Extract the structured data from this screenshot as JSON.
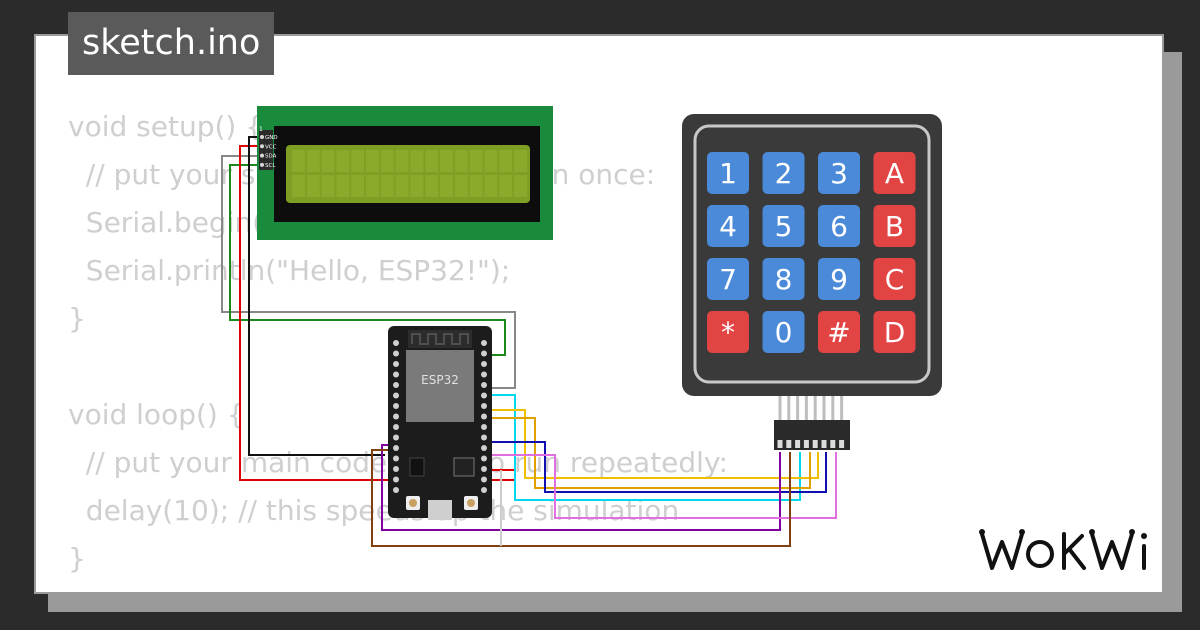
{
  "file_tab": {
    "title": "sketch.ino"
  },
  "code": {
    "lines": [
      "void setup() {",
      "  // put your setup code here, to run once:",
      "  Serial.begin(115200);",
      "  Serial.println(\"Hello, ESP32!\");",
      "}",
      "",
      "void loop() {",
      "  // put your main code here, to run repeatedly:",
      "  delay(10); // this speeds up the simulation",
      "}"
    ]
  },
  "lcd": {
    "pins": [
      "GND",
      "VCC",
      "SDA",
      "SCL"
    ],
    "pin_number": "1",
    "colors": {
      "board": "#1a8a3c",
      "bezel": "#0d0d0d",
      "screen": "#7f9e24"
    }
  },
  "esp32": {
    "label": "ESP32"
  },
  "keypad": {
    "keys": [
      [
        "1",
        "2",
        "3",
        "A"
      ],
      [
        "4",
        "5",
        "6",
        "B"
      ],
      [
        "7",
        "8",
        "9",
        "C"
      ],
      [
        "*",
        "0",
        "#",
        "D"
      ]
    ],
    "colors": {
      "digit": "#4a8ad8",
      "letter": "#e24444",
      "star": "#e24444",
      "hash": "#e24444",
      "body": "#3a3a3a"
    }
  },
  "wire_colors": {
    "gray": "#888888",
    "green": "#1b8a1b",
    "red": "#e00000",
    "black": "#111111",
    "cyan": "#00d8f0",
    "yellow": "#f0c000",
    "blue": "#1010b0",
    "purple": "#8000a0",
    "pink": "#e070e0",
    "brown": "#804010"
  },
  "brand": {
    "logo_icon": "wokwi-logo"
  }
}
